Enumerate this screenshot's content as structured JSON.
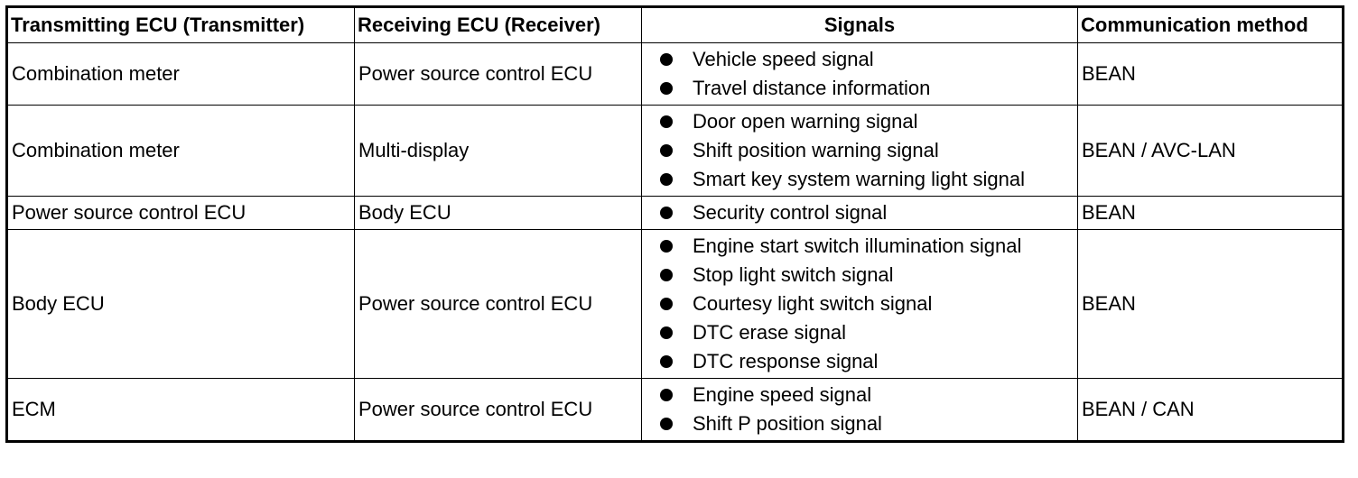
{
  "table": {
    "headers": {
      "transmitter": "Transmitting ECU (Transmitter)",
      "receiver": "Receiving ECU (Receiver)",
      "signals": "Signals",
      "method": "Communication method"
    },
    "rows": [
      {
        "transmitter": "Combination meter",
        "receiver": "Power source control ECU",
        "signals": [
          "Vehicle speed signal",
          "Travel distance information"
        ],
        "method": "BEAN"
      },
      {
        "transmitter": "Combination meter",
        "receiver": "Multi-display",
        "signals": [
          "Door open warning signal",
          "Shift position warning signal",
          "Smart key system warning light signal"
        ],
        "method": "BEAN / AVC-LAN"
      },
      {
        "transmitter": "Power source control ECU",
        "receiver": "Body ECU",
        "signals": [
          "Security control signal"
        ],
        "method": "BEAN"
      },
      {
        "transmitter": "Body ECU",
        "receiver": "Power source control ECU",
        "signals": [
          "Engine start switch illumination signal",
          "Stop light switch signal",
          "Courtesy light switch signal",
          "DTC erase signal",
          "DTC response signal"
        ],
        "method": "BEAN"
      },
      {
        "transmitter": "ECM",
        "receiver": "Power source control ECU",
        "signals": [
          "Engine speed signal",
          "Shift P position signal"
        ],
        "method": "BEAN / CAN"
      }
    ]
  }
}
